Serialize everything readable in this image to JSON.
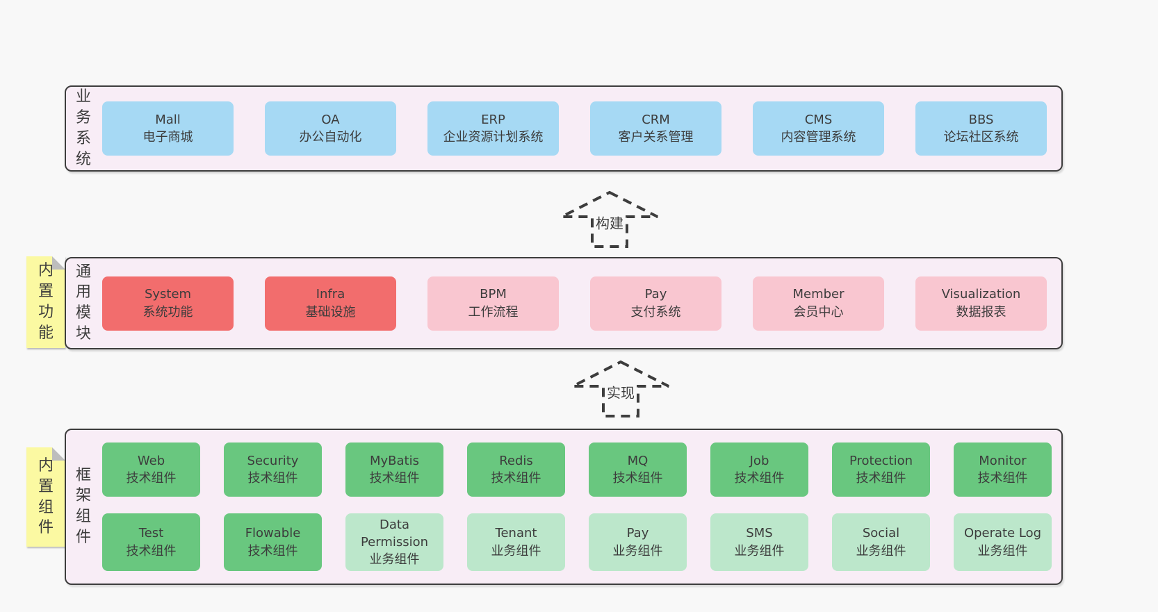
{
  "colors": {
    "page-bg": "#f8f8f8",
    "panel-bg": "#f8edf6",
    "panel-border": "#3d3d3d",
    "text": "#3c3c3c",
    "blue": "#a6d9f4",
    "red": "#f26d6d",
    "pink": "#f9c6d0",
    "green": "#69c77f",
    "green-light": "#bce7cb",
    "note-yellow": "#fbf9a2",
    "note-fold": "#bdbdbd"
  },
  "arrows": [
    {
      "label": "构建"
    },
    {
      "label": "实现"
    }
  ],
  "panels": [
    {
      "label": "业务系统",
      "note": null,
      "rows": [
        [
          {
            "en": "Mall",
            "zh": "电子商城",
            "color": "blue"
          },
          {
            "en": "OA",
            "zh": "办公自动化",
            "color": "blue"
          },
          {
            "en": "ERP",
            "zh": "企业资源计划系统",
            "color": "blue"
          },
          {
            "en": "CRM",
            "zh": "客户关系管理",
            "color": "blue"
          },
          {
            "en": "CMS",
            "zh": "内容管理系统",
            "color": "blue"
          },
          {
            "en": "BBS",
            "zh": "论坛社区系统",
            "color": "blue"
          }
        ]
      ]
    },
    {
      "label": "通用模块",
      "note": "内置功能",
      "rows": [
        [
          {
            "en": "System",
            "zh": "系统功能",
            "color": "red"
          },
          {
            "en": "Infra",
            "zh": "基础设施",
            "color": "red"
          },
          {
            "en": "BPM",
            "zh": "工作流程",
            "color": "pink"
          },
          {
            "en": "Pay",
            "zh": "支付系统",
            "color": "pink"
          },
          {
            "en": "Member",
            "zh": "会员中心",
            "color": "pink"
          },
          {
            "en": "Visualization",
            "zh": "数据报表",
            "color": "pink"
          }
        ]
      ]
    },
    {
      "label": "框架组件",
      "note": "内置组件",
      "rows": [
        [
          {
            "en": "Web",
            "zh": "技术组件",
            "color": "green"
          },
          {
            "en": "Security",
            "zh": "技术组件",
            "color": "green"
          },
          {
            "en": "MyBatis",
            "zh": "技术组件",
            "color": "green"
          },
          {
            "en": "Redis",
            "zh": "技术组件",
            "color": "green"
          },
          {
            "en": "MQ",
            "zh": "技术组件",
            "color": "green"
          },
          {
            "en": "Job",
            "zh": "技术组件",
            "color": "green"
          },
          {
            "en": "Protection",
            "zh": "技术组件",
            "color": "green"
          },
          {
            "en": "Monitor",
            "zh": "技术组件",
            "color": "green"
          }
        ],
        [
          {
            "en": "Test",
            "zh": "技术组件",
            "color": "green"
          },
          {
            "en": "Flowable",
            "zh": "技术组件",
            "color": "green"
          },
          {
            "en": "Data Permission",
            "zh": "业务组件",
            "color": "green-light"
          },
          {
            "en": "Tenant",
            "zh": "业务组件",
            "color": "green-light"
          },
          {
            "en": "Pay",
            "zh": "业务组件",
            "color": "green-light"
          },
          {
            "en": "SMS",
            "zh": "业务组件",
            "color": "green-light"
          },
          {
            "en": "Social",
            "zh": "业务组件",
            "color": "green-light"
          },
          {
            "en": "Operate Log",
            "zh": "业务组件",
            "color": "green-light"
          }
        ]
      ]
    }
  ]
}
